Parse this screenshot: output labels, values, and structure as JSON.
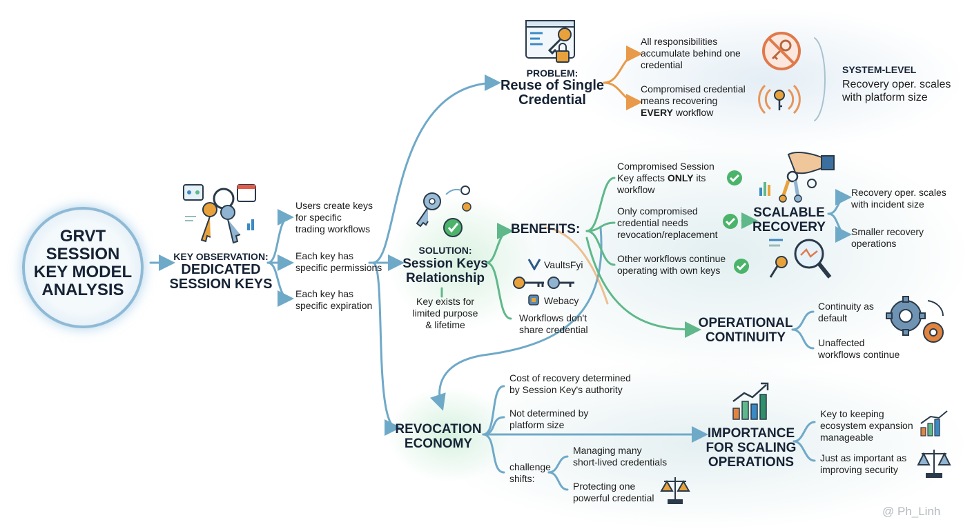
{
  "center": {
    "title": "GRVT\nSESSION\nKEY MODEL\nANALYSIS"
  },
  "observation": {
    "title_small": "KEY OBSERVATION:",
    "title_big": "DEDICATED\nSESSION KEYS",
    "items": [
      "Users create keys\nfor specific\ntrading workflows",
      "Each key has\nspecific permissions",
      "Each key has\nspecific expiration"
    ]
  },
  "problem": {
    "label": "PROBLEM:",
    "title": "Reuse of Single\nCredential",
    "item1": "All responsibilities\naccumulate behind one\ncredential",
    "item2_pre": "Compromised credential\nmeans recovering\n",
    "item2_bold": "EVERY",
    "item2_post": " workflow",
    "system_label": "SYSTEM-LEVEL",
    "system_text": "Recovery oper. scales\nwith platform size"
  },
  "solution": {
    "label": "SOLUTION:",
    "title": "Session Keys\nRelationship",
    "note": "Key exists for\nlimited purpose\n& lifetime",
    "vendors": [
      "VaultsFyi",
      "Webacy"
    ],
    "workflows_note": "Workflows don't\nshare credential"
  },
  "benefits": {
    "title": "BENEFITS:",
    "b1_pre": "Compromised Session\nKey affects ",
    "b1_bold": "ONLY",
    "b1_post": " its\nworkflow",
    "b2": "Only compromised\ncredential needs\nrevocation/replacement",
    "b3": "Other workflows continue\noperating with own keys"
  },
  "scalable": {
    "title": "SCALABLE\nRECOVERY",
    "items": [
      "Recovery oper. scales\nwith incident size",
      "Smaller recovery\noperations"
    ]
  },
  "continuity": {
    "title": "OPERATIONAL\nCONTINUITY",
    "items": [
      "Continuity as\ndefault",
      "Unaffected\nworkflows continue"
    ]
  },
  "revocation": {
    "title": "REVOCATION\nECONOMY",
    "items": [
      "Cost of recovery determined\nby Session Key's authority",
      "Not determined by\nplatform size"
    ],
    "challenge": "challenge\nshifts:",
    "shifts": [
      "Managing many\nshort-lived credentials",
      "Protecting one\npowerful credential"
    ]
  },
  "importance": {
    "title": "IMPORTANCE\nFOR SCALING\nOPERATIONS",
    "items": [
      "Key to keeping\necosystem expansion\nmanageable",
      "Just as important as\nimproving security"
    ]
  },
  "watermark": "@ Ph_Linh",
  "colors": {
    "arrow": "#6fa9c8",
    "green": "#5fb88a",
    "orange": "#e89a4a",
    "check": "#4cb36b",
    "navy": "#162335",
    "key_gold": "#e9a23b"
  }
}
